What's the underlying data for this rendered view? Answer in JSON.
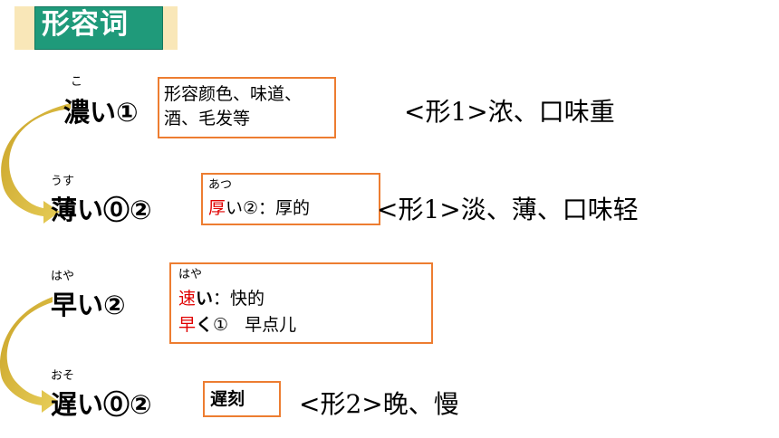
{
  "title": "形容词",
  "row1": {
    "furigana": "こ",
    "word": "濃い①",
    "note": [
      "形容颜色、味道、",
      "酒、毛发等"
    ],
    "meaning": "<形1>浓、口味重"
  },
  "row2": {
    "furigana": "うす",
    "word": "薄い⓪②",
    "note": {
      "furigana": "あつ",
      "kanji": "厚",
      "rest": "い②：厚的"
    },
    "meaning": "<形1>淡、薄、口味轻"
  },
  "row3": {
    "furigana": "はや",
    "word": "早い②",
    "note": {
      "furigana": "はや",
      "line1": {
        "kanji": "速",
        "kana": "い",
        "rest": "：快的"
      },
      "line2": {
        "kanji": "早",
        "kana": "く",
        "num": "①",
        "rest": "早点儿"
      }
    }
  },
  "row4": {
    "furigana": "おそ",
    "word": "遅い⓪②",
    "note": "遅刻",
    "meaning": "<形2>晚、慢"
  },
  "colors": {
    "accent": "#1f9a7a",
    "border": "#ed7d31",
    "arrow": "#c9a227",
    "highlight": "#e00000"
  }
}
